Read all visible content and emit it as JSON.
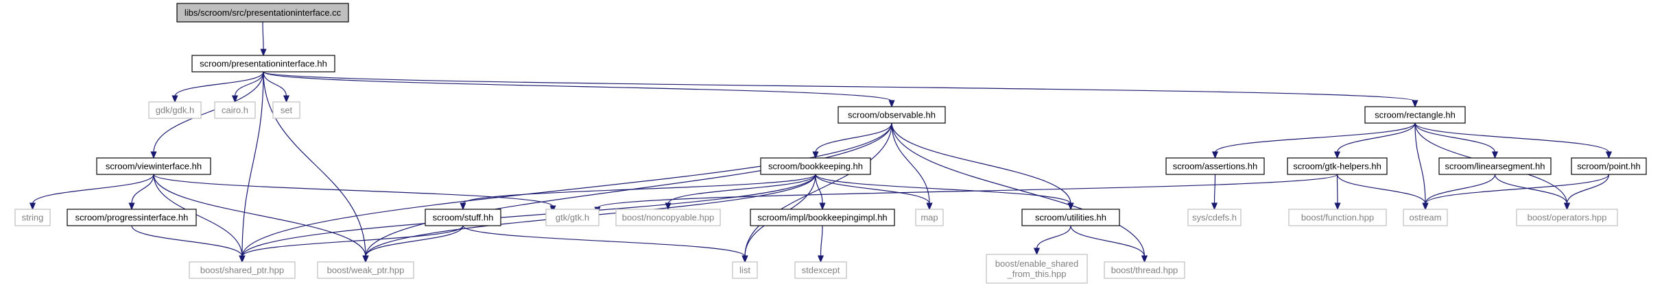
{
  "colors": {
    "edge": "#191970",
    "header_fill": "#bfbfbf",
    "internal_border": "#000000",
    "external_border": "#bfbfbf",
    "internal_text": "#000000",
    "external_text": "#808080",
    "background": "#ffffff"
  },
  "nodes": [
    {
      "id": "root",
      "label": "libs/scroom/src/presentationinterface.cc",
      "kind": "header"
    },
    {
      "id": "pi",
      "label": "scroom/presentationinterface.hh",
      "kind": "internal"
    },
    {
      "id": "gdk",
      "label": "gdk/gdk.h",
      "kind": "external"
    },
    {
      "id": "cairo",
      "label": "cairo.h",
      "kind": "external"
    },
    {
      "id": "set",
      "label": "set",
      "kind": "external"
    },
    {
      "id": "obs",
      "label": "scroom/observable.hh",
      "kind": "internal"
    },
    {
      "id": "rect",
      "label": "scroom/rectangle.hh",
      "kind": "internal"
    },
    {
      "id": "vi",
      "label": "scroom/viewinterface.hh",
      "kind": "internal"
    },
    {
      "id": "bk",
      "label": "scroom/bookkeeping.hh",
      "kind": "internal"
    },
    {
      "id": "assert",
      "label": "scroom/assertions.hh",
      "kind": "internal"
    },
    {
      "id": "gtkh",
      "label": "scroom/gtk-helpers.hh",
      "kind": "internal"
    },
    {
      "id": "lseg",
      "label": "scroom/linearsegment.hh",
      "kind": "internal"
    },
    {
      "id": "point",
      "label": "scroom/point.hh",
      "kind": "internal"
    },
    {
      "id": "string",
      "label": "string",
      "kind": "external"
    },
    {
      "id": "prog",
      "label": "scroom/progressinterface.hh",
      "kind": "internal"
    },
    {
      "id": "gtk",
      "label": "gtk/gtk.h",
      "kind": "external"
    },
    {
      "id": "stuff",
      "label": "scroom/stuff.hh",
      "kind": "internal"
    },
    {
      "id": "noncopy",
      "label": "boost/noncopyable.hpp",
      "kind": "external"
    },
    {
      "id": "bkimpl",
      "label": "scroom/impl/bookkeepingimpl.hh",
      "kind": "internal"
    },
    {
      "id": "map",
      "label": "map",
      "kind": "external"
    },
    {
      "id": "util",
      "label": "scroom/utilities.hh",
      "kind": "internal"
    },
    {
      "id": "cdefs",
      "label": "sys/cdefs.h",
      "kind": "external"
    },
    {
      "id": "func",
      "label": "boost/function.hpp",
      "kind": "external"
    },
    {
      "id": "ostream",
      "label": "ostream",
      "kind": "external"
    },
    {
      "id": "ops",
      "label": "boost/operators.hpp",
      "kind": "external"
    },
    {
      "id": "sptr",
      "label": "boost/shared_ptr.hpp",
      "kind": "external"
    },
    {
      "id": "wptr",
      "label": "boost/weak_ptr.hpp",
      "kind": "external"
    },
    {
      "id": "list",
      "label": "list",
      "kind": "external"
    },
    {
      "id": "stdexc",
      "label": "stdexcept",
      "kind": "external"
    },
    {
      "id": "esft",
      "label": "boost/enable_shared\n_from_this.hpp",
      "kind": "external"
    },
    {
      "id": "thread",
      "label": "boost/thread.hpp",
      "kind": "external"
    }
  ],
  "edges": [
    [
      "root",
      "pi"
    ],
    [
      "pi",
      "gdk"
    ],
    [
      "pi",
      "cairo"
    ],
    [
      "pi",
      "set"
    ],
    [
      "pi",
      "obs"
    ],
    [
      "pi",
      "rect"
    ],
    [
      "pi",
      "vi"
    ],
    [
      "pi",
      "sptr"
    ],
    [
      "pi",
      "wptr"
    ],
    [
      "obs",
      "bk"
    ],
    [
      "obs",
      "sptr"
    ],
    [
      "obs",
      "wptr"
    ],
    [
      "obs",
      "map"
    ],
    [
      "obs",
      "list"
    ],
    [
      "obs",
      "util"
    ],
    [
      "obs",
      "thread"
    ],
    [
      "rect",
      "assert"
    ],
    [
      "rect",
      "gtkh"
    ],
    [
      "rect",
      "lseg"
    ],
    [
      "rect",
      "point"
    ],
    [
      "rect",
      "ostream"
    ],
    [
      "rect",
      "ops"
    ],
    [
      "vi",
      "string"
    ],
    [
      "vi",
      "prog"
    ],
    [
      "vi",
      "gtk"
    ],
    [
      "vi",
      "sptr"
    ],
    [
      "vi",
      "wptr"
    ],
    [
      "bk",
      "stuff"
    ],
    [
      "bk",
      "noncopy"
    ],
    [
      "bk",
      "bkimpl"
    ],
    [
      "bk",
      "map"
    ],
    [
      "bk",
      "util"
    ],
    [
      "bk",
      "sptr"
    ],
    [
      "bk",
      "wptr"
    ],
    [
      "bk",
      "list"
    ],
    [
      "assert",
      "cdefs"
    ],
    [
      "gtkh",
      "gtk"
    ],
    [
      "gtkh",
      "func"
    ],
    [
      "gtkh",
      "ostream"
    ],
    [
      "lseg",
      "ostream"
    ],
    [
      "lseg",
      "ops"
    ],
    [
      "point",
      "ostream"
    ],
    [
      "point",
      "ops"
    ],
    [
      "prog",
      "sptr"
    ],
    [
      "stuff",
      "sptr"
    ],
    [
      "stuff",
      "wptr"
    ],
    [
      "stuff",
      "list"
    ],
    [
      "bkimpl",
      "stdexc"
    ],
    [
      "util",
      "esft"
    ],
    [
      "util",
      "thread"
    ]
  ]
}
